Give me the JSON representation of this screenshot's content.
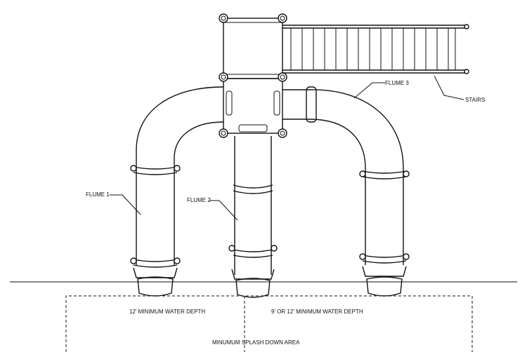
{
  "labels": {
    "flume1": "FLUME 1",
    "flume2": "FLUME 2",
    "flume3": "FLUME 3",
    "stairs": "STAIRS",
    "depth_left": "12' MINIMUM WATER DEPTH",
    "depth_right": "9' OR 12' MINIMUM WATER DEPTH",
    "splash_area": "MINUMUM SPLASH DOWN AREA"
  },
  "colors": {
    "line": "#111111",
    "background": "#ffffff"
  }
}
